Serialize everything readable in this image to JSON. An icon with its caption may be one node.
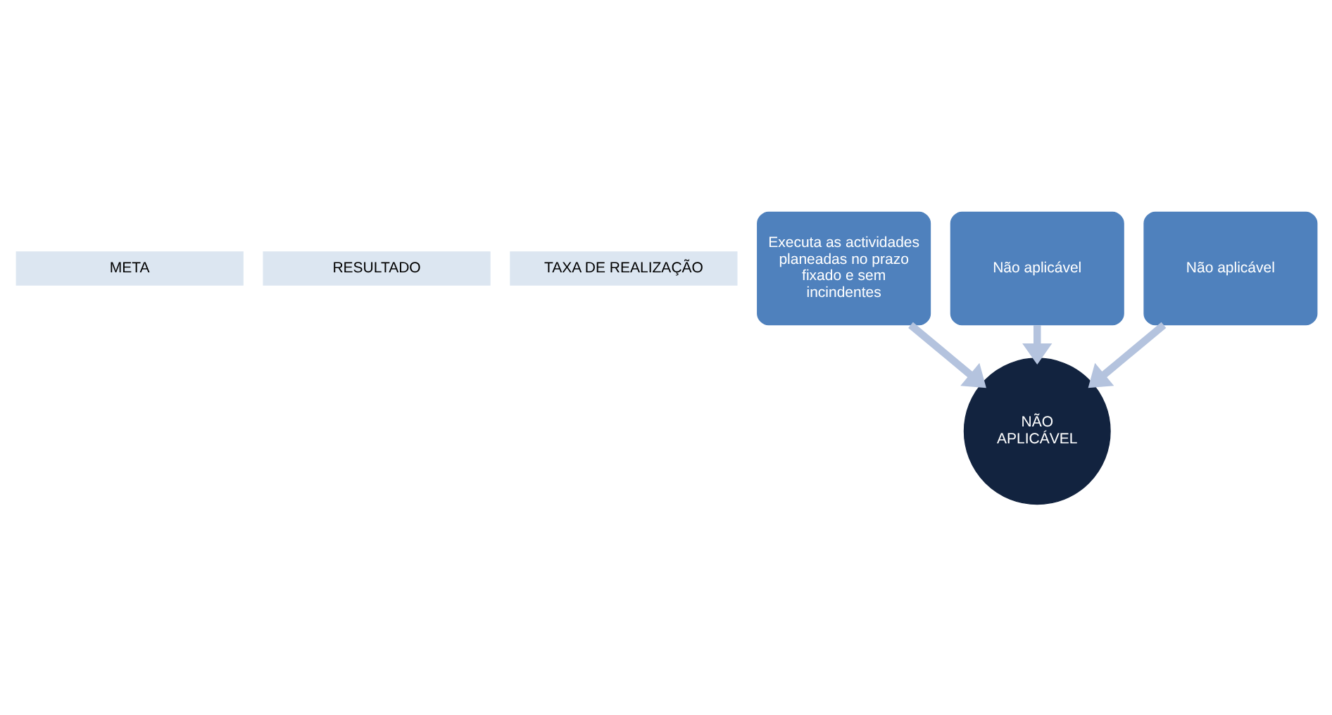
{
  "diagram": {
    "nodes": [
      {
        "text": [
          "META"
        ]
      },
      {
        "text": [
          "RESULTADO"
        ]
      },
      {
        "text": [
          "TAXA DE REALIZAÇÃO"
        ]
      },
      {
        "text": [
          "Executa as actividades planeadas no prazo fixado e sem incindentes"
        ]
      },
      {
        "text": [
          "Não aplicável"
        ]
      },
      {
        "text": [
          "Não aplicável"
        ]
      },
      {
        "text": [
          "NÃO APLICÁVEL"
        ]
      }
    ],
    "edges": [
      {
        "from": 3,
        "to": 6,
        "arrow": "to"
      },
      {
        "from": 4,
        "to": 6,
        "arrow": "to"
      },
      {
        "from": 5,
        "to": 6,
        "arrow": "to"
      }
    ]
  }
}
